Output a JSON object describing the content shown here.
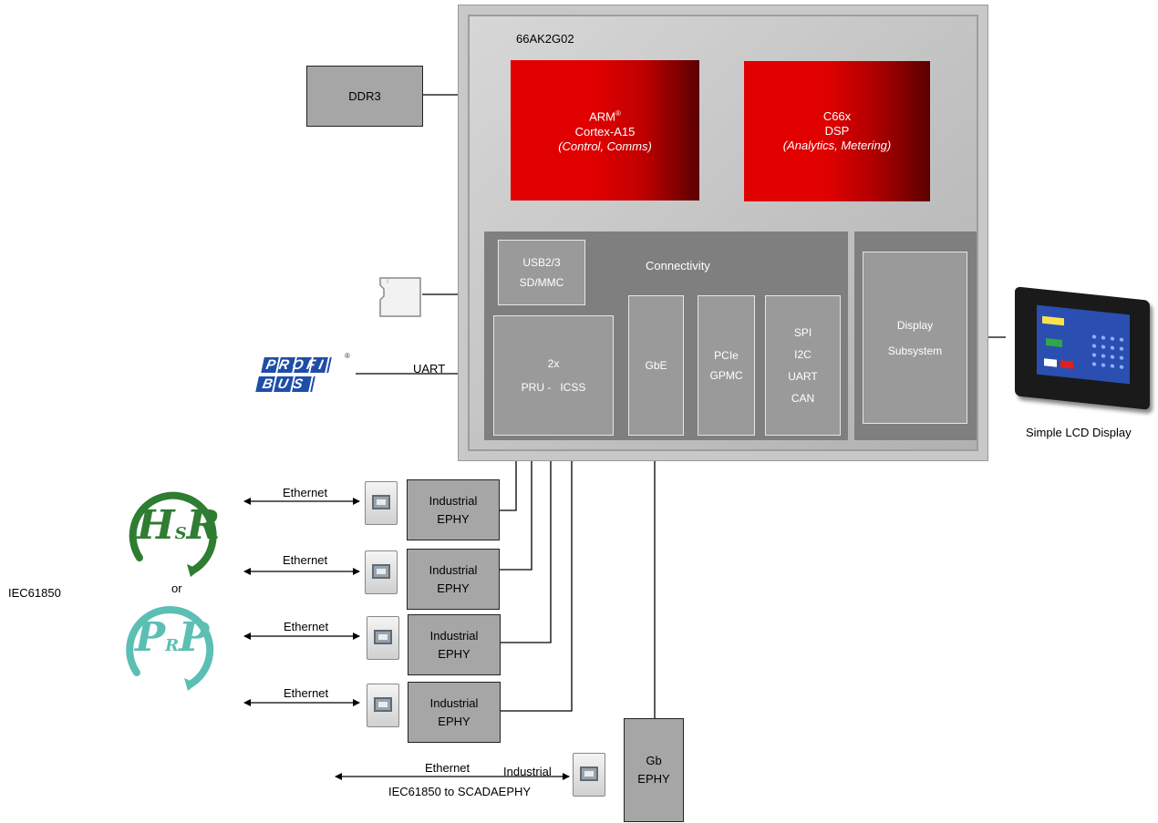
{
  "soc": {
    "name": "66AK2G02",
    "arm": {
      "line1": "ARM",
      "reg": "®",
      "line2": "Cortex-A15",
      "line3": "(Control, Comms)"
    },
    "dsp": {
      "line1": "C66x",
      "line2": "DSP",
      "line3": "(Analytics, Metering)"
    },
    "connectivity": {
      "title": "Connectivity",
      "usb": {
        "line1": "USB2/3",
        "line2": "SD/MMC"
      },
      "pru": {
        "line1": "2x",
        "line2": "PRU -   ICSS"
      },
      "gbe": "GbE",
      "pcie": {
        "line1": "PCIe",
        "line2": "GPMC"
      },
      "serial": {
        "line1": "SPI",
        "line2": "I2C",
        "line3": "UART",
        "line4": "CAN"
      }
    },
    "display": {
      "line1": "Display",
      "line2": "Subsystem"
    }
  },
  "ddr": "DDR3",
  "uart_label": "UART",
  "lcd_label": "Simple LCD Display",
  "profibus": {
    "line1": "PROFI",
    "line2": "BUS",
    "reg": "®"
  },
  "iec_label": "IEC61850",
  "or_label": "or",
  "hsr_logo": {
    "big": "H",
    "small": "S",
    "end": "R"
  },
  "prp_logo": {
    "big": "P",
    "small": "R",
    "end": "P"
  },
  "ethernet_rows": [
    {
      "label": "Ethernet",
      "ephy_line1": "Industrial",
      "ephy_line2": "EPHY"
    },
    {
      "label": "Ethernet",
      "ephy_line1": "Industrial",
      "ephy_line2": "EPHY"
    },
    {
      "label": "Ethernet",
      "ephy_line1": "Industrial",
      "ephy_line2": "EPHY"
    },
    {
      "label": "Ethernet",
      "ephy_line1": "Industrial",
      "ephy_line2": "EPHY"
    }
  ],
  "scada": {
    "ethernet": "Ethernet",
    "industrial": "Industrial",
    "caption": "IEC61850 to SCADAEPHY",
    "gb_line1": "Gb",
    "gb_line2": "EPHY"
  },
  "colors": {
    "red_core": "#e00000",
    "dark_red": "#5a0000",
    "hsr_green": "#2e7d32",
    "prp_teal": "#5cbfb3"
  }
}
